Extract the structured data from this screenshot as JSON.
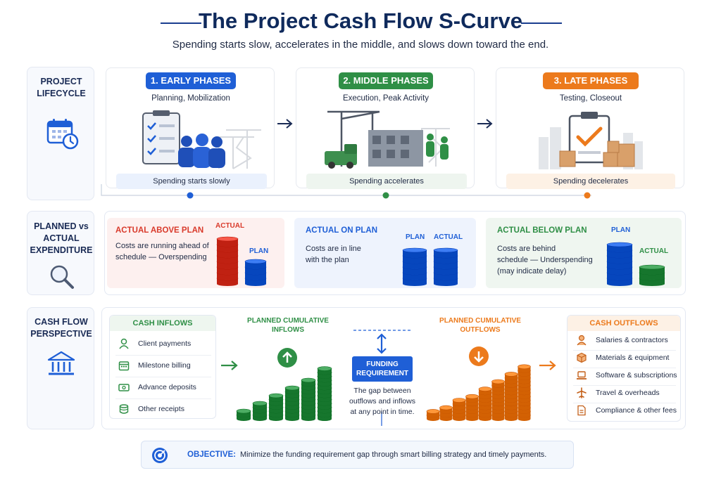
{
  "header": {
    "title": "The Project Cash Flow S-Curve",
    "subtitle": "Spending starts slow, accelerates in the middle, and slows down toward the end."
  },
  "rows": {
    "lifecycle": {
      "line1": "PROJECT",
      "line2": "LIFECYCLE",
      "icon": "calendar-clock-icon"
    },
    "planned": {
      "line1": "PLANNED vs",
      "line2": "ACTUAL",
      "line3": "EXPENDITURE",
      "icon": "magnifier-icon"
    },
    "cashflow": {
      "line1": "CASH FLOW",
      "line2": "PERSPECTIVE",
      "icon": "bank-icon"
    }
  },
  "phases": [
    {
      "badge": "1. EARLY PHASES",
      "subtitle": "Planning, Mobilization",
      "footer": "Spending starts slowly",
      "color": "#1f5fd6"
    },
    {
      "badge": "2. MIDDLE PHASES",
      "subtitle": "Execution, Peak Activity",
      "footer": "Spending accelerates",
      "color": "#2f8f46"
    },
    {
      "badge": "3. LATE PHASES",
      "subtitle": "Testing, Closeout",
      "footer": "Spending decelerates",
      "color": "#ec7a1c"
    }
  ],
  "comparisons": [
    {
      "title": "ACTUAL ABOVE PLAN",
      "desc1": "Costs are running ahead of",
      "desc2": "schedule — Overspending",
      "desc3": "",
      "label_a": "ACTUAL",
      "label_b": "PLAN",
      "color": "#d93a2b"
    },
    {
      "title": "ACTUAL ON PLAN",
      "desc1": "Costs are in line",
      "desc2": "with the plan",
      "desc3": "",
      "label_a": "PLAN",
      "label_b": "ACTUAL",
      "color": "#1f5fd6"
    },
    {
      "title": "ACTUAL BELOW PLAN",
      "desc1": "Costs are behind",
      "desc2": "schedule — Underspending",
      "desc3": "(may indicate delay)",
      "label_a": "PLAN",
      "label_b": "ACTUAL",
      "color": "#2f8f46"
    }
  ],
  "inflows": {
    "title": "CASH INFLOWS",
    "items": [
      "Client payments",
      "Milestone billing",
      "Advance deposits",
      "Other receipts"
    ]
  },
  "outflows": {
    "title": "CASH OUTFLOWS",
    "items": [
      "Salaries & contractors",
      "Materials & equipment",
      "Software & subscriptions",
      "Travel & overheads",
      "Compliance & other fees"
    ]
  },
  "cumulative": {
    "inflows_line1": "PLANNED CUMULATIVE",
    "inflows_line2": "INFLOWS",
    "outflows_line1": "PLANNED CUMULATIVE",
    "outflows_line2": "OUTFLOWS"
  },
  "funding": {
    "label1": "FUNDING",
    "label2": "REQUIREMENT",
    "desc1": "The gap between",
    "desc2": "outflows and inflows",
    "desc3": "at any point in time."
  },
  "objective": {
    "label": "OBJECTIVE:",
    "text": "Minimize the funding requirement gap through smart billing strategy and timely payments."
  },
  "colors": {
    "navy": "#0f2a5c",
    "blue": "#1f5fd6",
    "green": "#2f8f46",
    "orange": "#ec7a1c",
    "red": "#d93a2b"
  }
}
